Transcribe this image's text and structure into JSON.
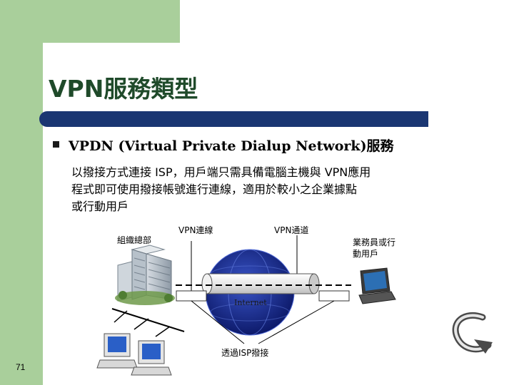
{
  "slide": {
    "title": "VPN服務類型",
    "bullet_heading": "VPDN (Virtual Private Dialup Network)服務",
    "description_lines": [
      "以撥接方式連接  ISP，用戶端只需具備電腦主機與  VPN應用",
      "程式即可使用撥接帳號進行連線，適用於較小之企業據點",
      "或行動用戶"
    ],
    "page_number": "71"
  },
  "diagram": {
    "hq_label": "組織總部",
    "vpn_connection_label": "VPN連線",
    "vpn_tunnel_label": "VPN通道",
    "mobile_user_label_line1": "業務員或行",
    "mobile_user_label_line2": "動用戶",
    "internet_label": "Internet",
    "isp_dialup_label": "透過ISP撥接"
  },
  "colors": {
    "green_accent": "#a9cf9b",
    "title_bar": "#1a3672",
    "title_text": "#1f4a2a",
    "internet_cloud": "#1a2a8a"
  }
}
